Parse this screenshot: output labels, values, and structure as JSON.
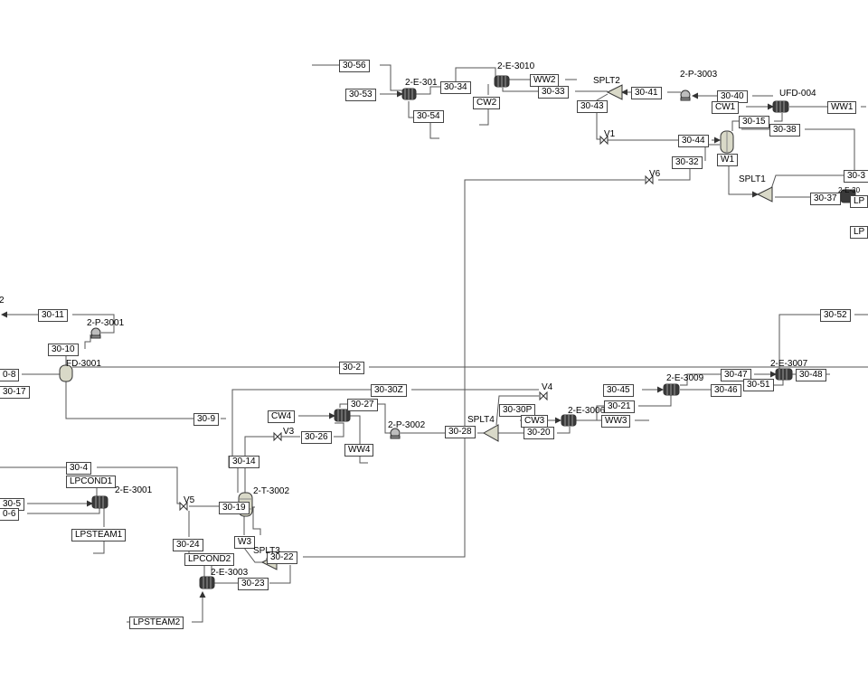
{
  "streams": {
    "s30_56": "30-56",
    "s30_53": "30-53",
    "s30_34": "30-34",
    "s30_54": "30-54",
    "cw2": "CW2",
    "ww2": "WW2",
    "s30_33": "30-33",
    "s30_43": "30-43",
    "s30_41": "30-41",
    "s30_40": "30-40",
    "cw1": "CW1",
    "ww1": "WW1",
    "s30_15": "30-15",
    "s30_38": "30-38",
    "s30_44": "30-44",
    "s30_32": "30-32",
    "w1": "W1",
    "s30_3x": "30-3",
    "s30_37": "30-37",
    "lp_a": "LP",
    "lp_b": "LP",
    "s30_11": "30-11",
    "s30_10": "30-10",
    "s30_8": "0-8",
    "s30_17": "30-17",
    "s30_2": "30-2",
    "s30_9": "30-9",
    "s30_30z": "30-30Z",
    "cw4": "CW4",
    "s30_27": "30-27",
    "s30_26": "30-26",
    "ww4": "WW4",
    "s30_14": "30-14",
    "s30_19": "30-19",
    "w3": "W3",
    "s30_22": "30-22",
    "s30_24": "30-24",
    "lpcond2": "LPCOND2",
    "s30_23": "30-23",
    "lpsteam2": "LPSTEAM2",
    "s30_4": "30-4",
    "lpcond1": "LPCOND1",
    "s30_5": "30-5",
    "s30_6": "0-6",
    "lpsteam1": "LPSTEAM1",
    "s30_28": "30-28",
    "s30_30p": "30-30P",
    "cw3": "CW3",
    "s30_20": "30-20",
    "s30_21": "30-21",
    "ww3": "WW3",
    "s30_45": "30-45",
    "s30_47": "30-47",
    "s30_46": "30-46",
    "s30_51": "30-51",
    "s30_48": "30-48",
    "s30_52": "30-52"
  },
  "units": {
    "e3011": "2-E-301",
    "e3010": "2-E-3010",
    "splt2": "SPLT2",
    "p3003": "2-P-3003",
    "ufd004": "UFD-004",
    "v1": "V1",
    "v6": "V6",
    "splt1": "SPLT1",
    "e30xx": "2-E-30",
    "p3001": "2-P-3001",
    "fd3001": "FD-3001",
    "v3": "V3",
    "p3002": "2-P-3002",
    "splt4": "SPLT4",
    "v4": "V4",
    "e3006": "2-E-3006",
    "e3009": "2-E-3009",
    "e3007": "2-E-3007",
    "t3002": "2-T-3002",
    "v5": "V5",
    "e3001": "2-E-3001",
    "splt3": "SPLT3",
    "e3003": "2-E-3003",
    "lbl_2": "2"
  }
}
